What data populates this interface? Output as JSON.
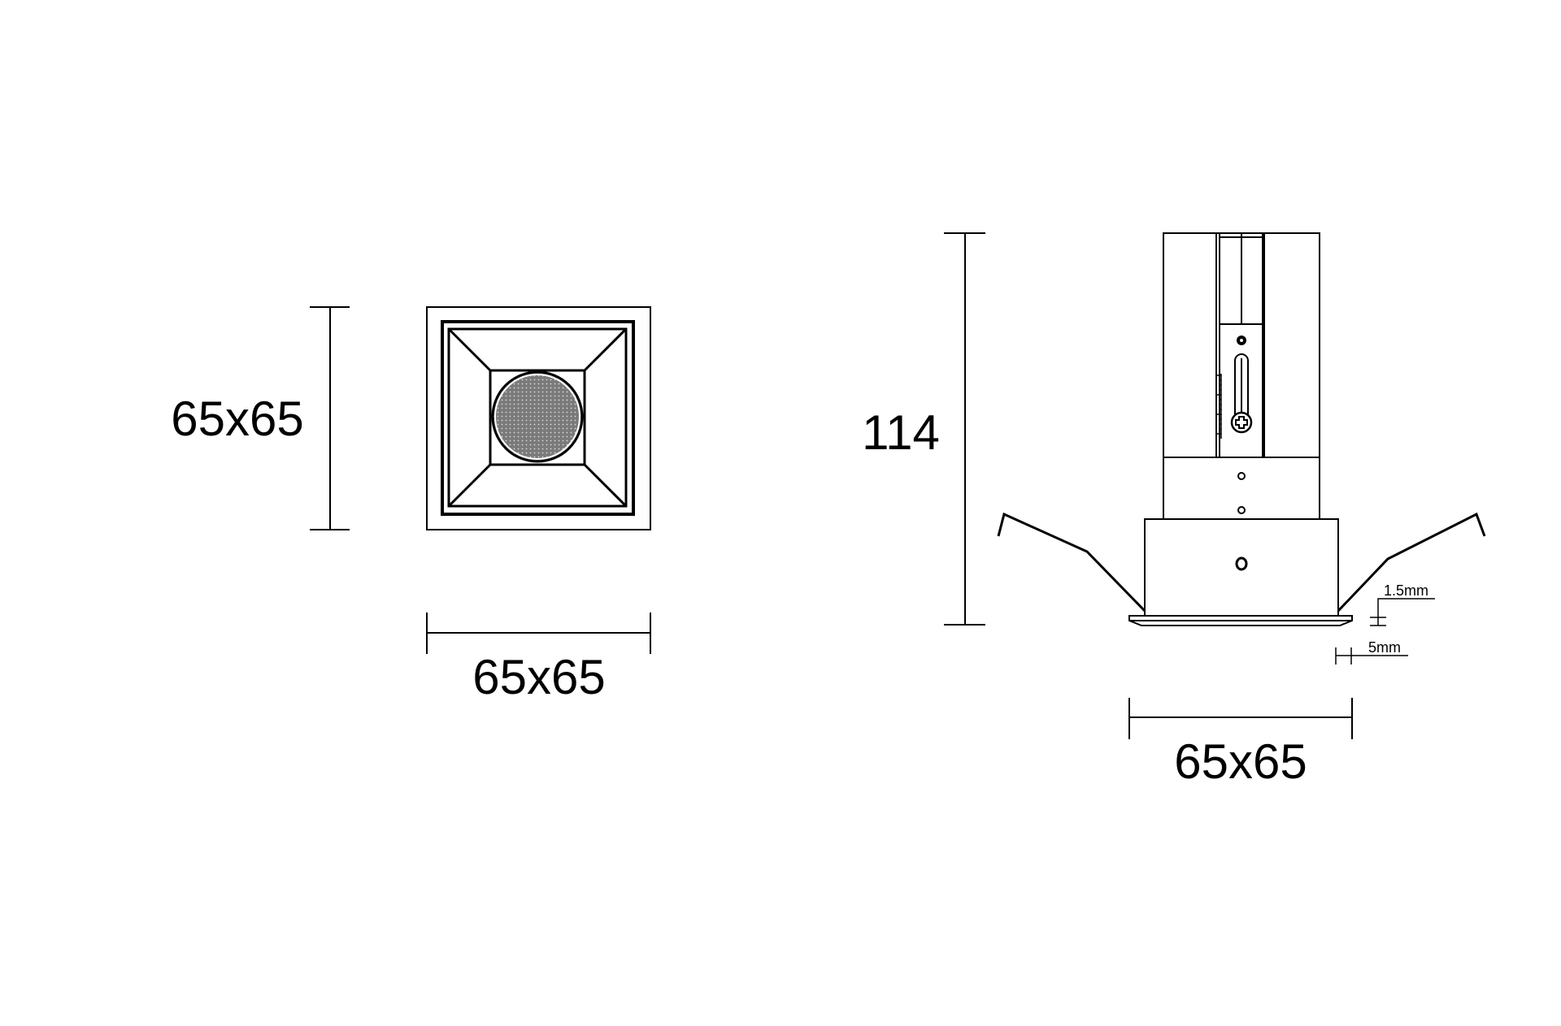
{
  "top_view": {
    "height_label": "65x65",
    "width_label": "65x65"
  },
  "side_view": {
    "height_label": "114",
    "width_label": "65x65",
    "flange_thickness_label": "1.5mm",
    "flange_overhang_label": "5mm"
  },
  "colors": {
    "line": "#000000",
    "lens": "#7a7a7a",
    "background": "#ffffff"
  }
}
